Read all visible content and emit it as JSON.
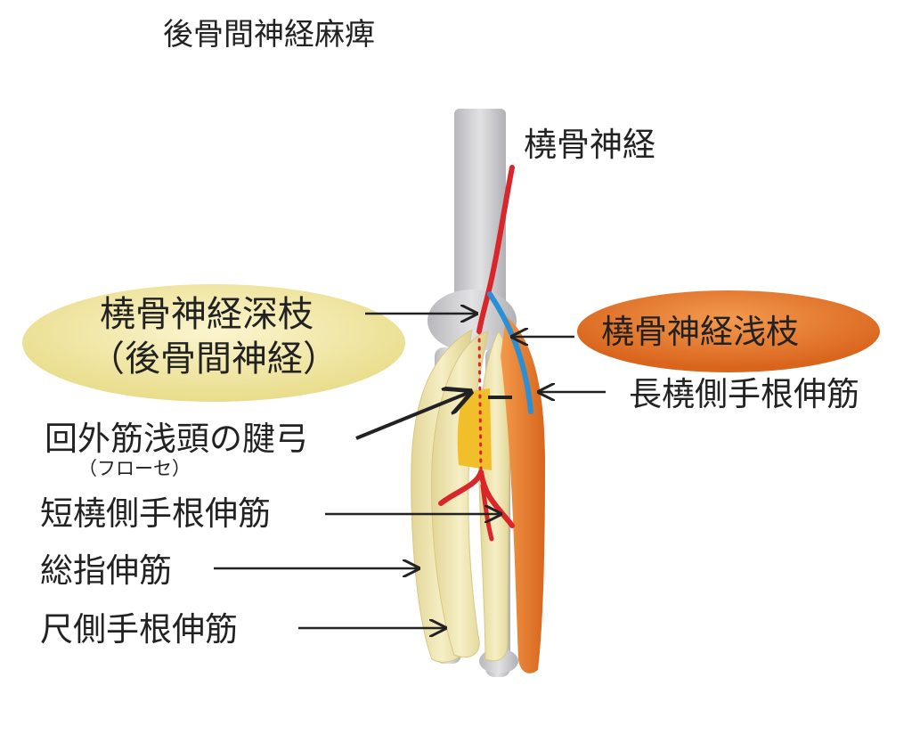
{
  "title": "後骨間神経麻痺",
  "labels": {
    "radial_nerve": "橈骨神経",
    "deep_branch": "橈骨神経深枝",
    "deep_branch_alt": "（後骨間神経）",
    "superficial_branch": "橈骨神経浅枝",
    "ecrl": "長橈側手根伸筋",
    "arcade": "回外筋浅頭の腱弓",
    "arcade_alt": "（フローセ）",
    "ecrb": "短橈側手根伸筋",
    "edc": "総指伸筋",
    "ecu": "尺側手根伸筋"
  },
  "colors": {
    "nerve": "#d8262a",
    "superficial_nerve": "#2b8fd6",
    "bone": "#c9c9cc",
    "muscle": "#efe4a6",
    "ecrl_muscle": "#e9822f",
    "arcade": "#f1bf2a",
    "deep_ellipse": "#f3e9a6",
    "superficial_ellipse": "#e6782b"
  }
}
